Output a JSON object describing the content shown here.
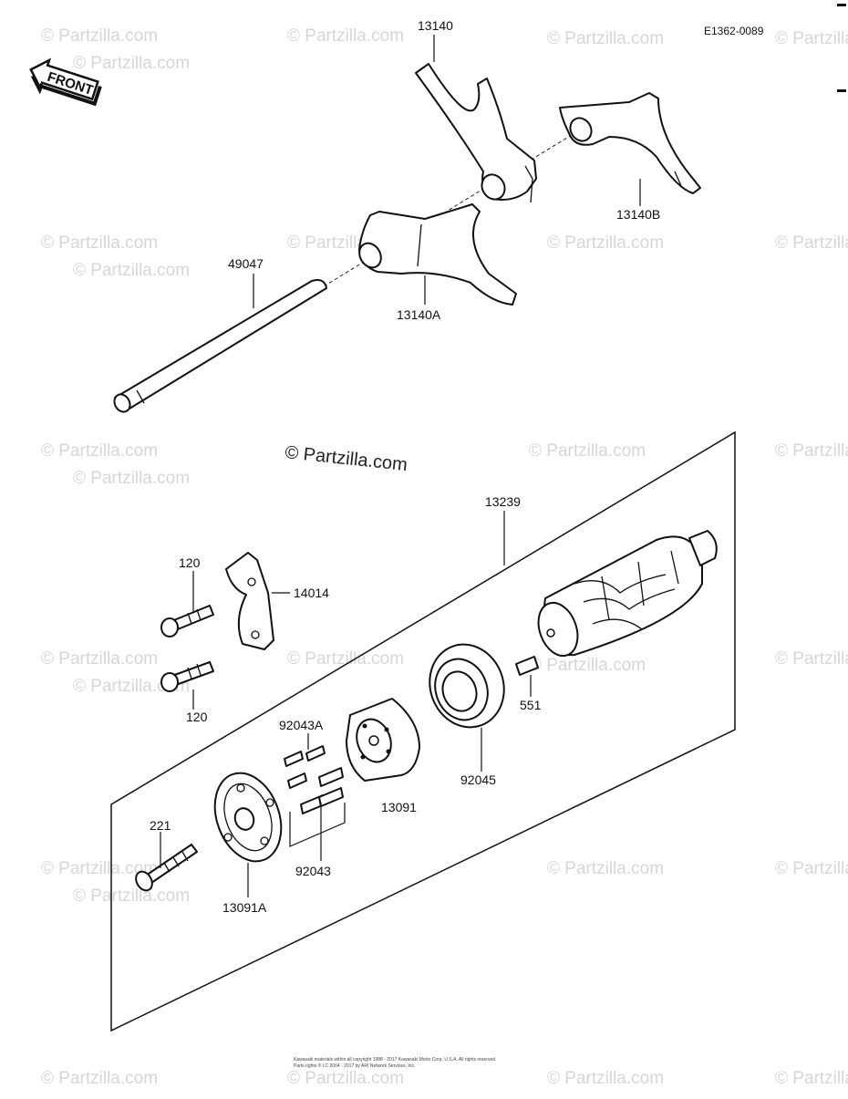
{
  "diagram": {
    "code": "E1362-0089",
    "front_label": "FRONT",
    "watermark_main": "© Partzilla.com",
    "watermark_tile": "© Partzilla.com",
    "legal_line1": "Kawasaki materials within all copyright 1988 - 2017 Kawasaki Motor Corp. U.S.A. All rights reserved.",
    "legal_line2": "Parts rights ® LC 2004 - 2017 by ARI Network Services, Inc.",
    "parts": [
      "13140",
      "13140B",
      "13140A",
      "49047",
      "13239",
      "120",
      "14014",
      "120",
      "551",
      "92043A",
      "92045",
      "13091",
      "221",
      "92043",
      "13091A"
    ]
  }
}
